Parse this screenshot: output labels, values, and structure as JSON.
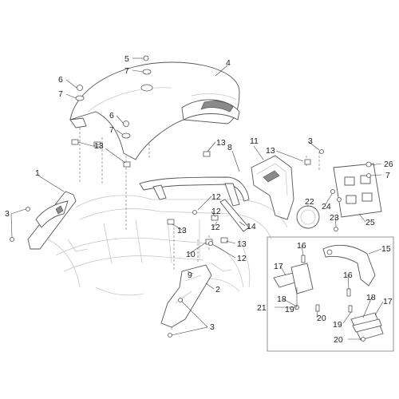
{
  "diagram": {
    "callouts": {
      "c1": "1",
      "c2": "2",
      "c3a": "3",
      "c3b": "3",
      "c3c": "3",
      "c4": "4",
      "c5": "5",
      "c6a": "6",
      "c6b": "6",
      "c7a": "7",
      "c7b": "7",
      "c7c": "7",
      "c8": "8",
      "c9": "9",
      "c10": "10",
      "c11": "11",
      "c12a": "12",
      "c12b": "12",
      "c12c": "12",
      "c12d": "12",
      "c13a": "13",
      "c13b": "13",
      "c13c": "13",
      "c13d": "13",
      "c13e": "13",
      "c14": "14",
      "c15": "15",
      "c16a": "16",
      "c16b": "16",
      "c17a": "17",
      "c17b": "17",
      "c18a": "18",
      "c18b": "18",
      "c19a": "19",
      "c19b": "19",
      "c20a": "20",
      "c20b": "20",
      "c21": "21",
      "c22": "22",
      "c23": "23",
      "c24": "24",
      "c25": "25",
      "c26": "26"
    }
  }
}
